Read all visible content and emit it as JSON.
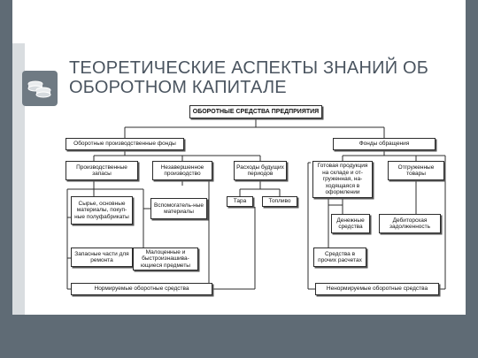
{
  "slide": {
    "title": "ТЕОРЕТИЧЕСКИЕ АСПЕКТЫ ЗНАНИЙ ОБ ОБОРОТНОМ КАПИТАЛЕ",
    "icon": "coins-icon"
  },
  "diagram": {
    "root": "ОБОРОТНЫЕ СРЕДСТВА ПРЕДПРИЯТИЯ",
    "production_funds": "Оборотные производственные фонды",
    "circulation_funds": "Фонды обращения",
    "production_stocks": "Производственные запасы",
    "wip": "Незавершенное производство",
    "deferred_expenses": "Расходы будущих периодов",
    "finished_goods": "Готовая продукция на складе и от-груженная, на-ходящаяся в оформлении",
    "shipped_goods": "Отгруженные товары",
    "raw_materials": "Сырье, основные материалы, покуп-ные полуфабрикаты",
    "aux_materials": "Вспомогатель-ные материалы",
    "packaging": "Тара",
    "fuel": "Топливо",
    "cash": "Денежные средства",
    "receivables": "Дебиторская задолженность",
    "spare_parts": "Запасные части для ремонта",
    "low_value": "Малоценные и быстроизнашива-ющиеся предметы",
    "settlements": "Средства в прочих расчетах",
    "normalized": "Нормируемые оборотные средства",
    "non_normalized": "Ненормируемые оборотные средства"
  }
}
